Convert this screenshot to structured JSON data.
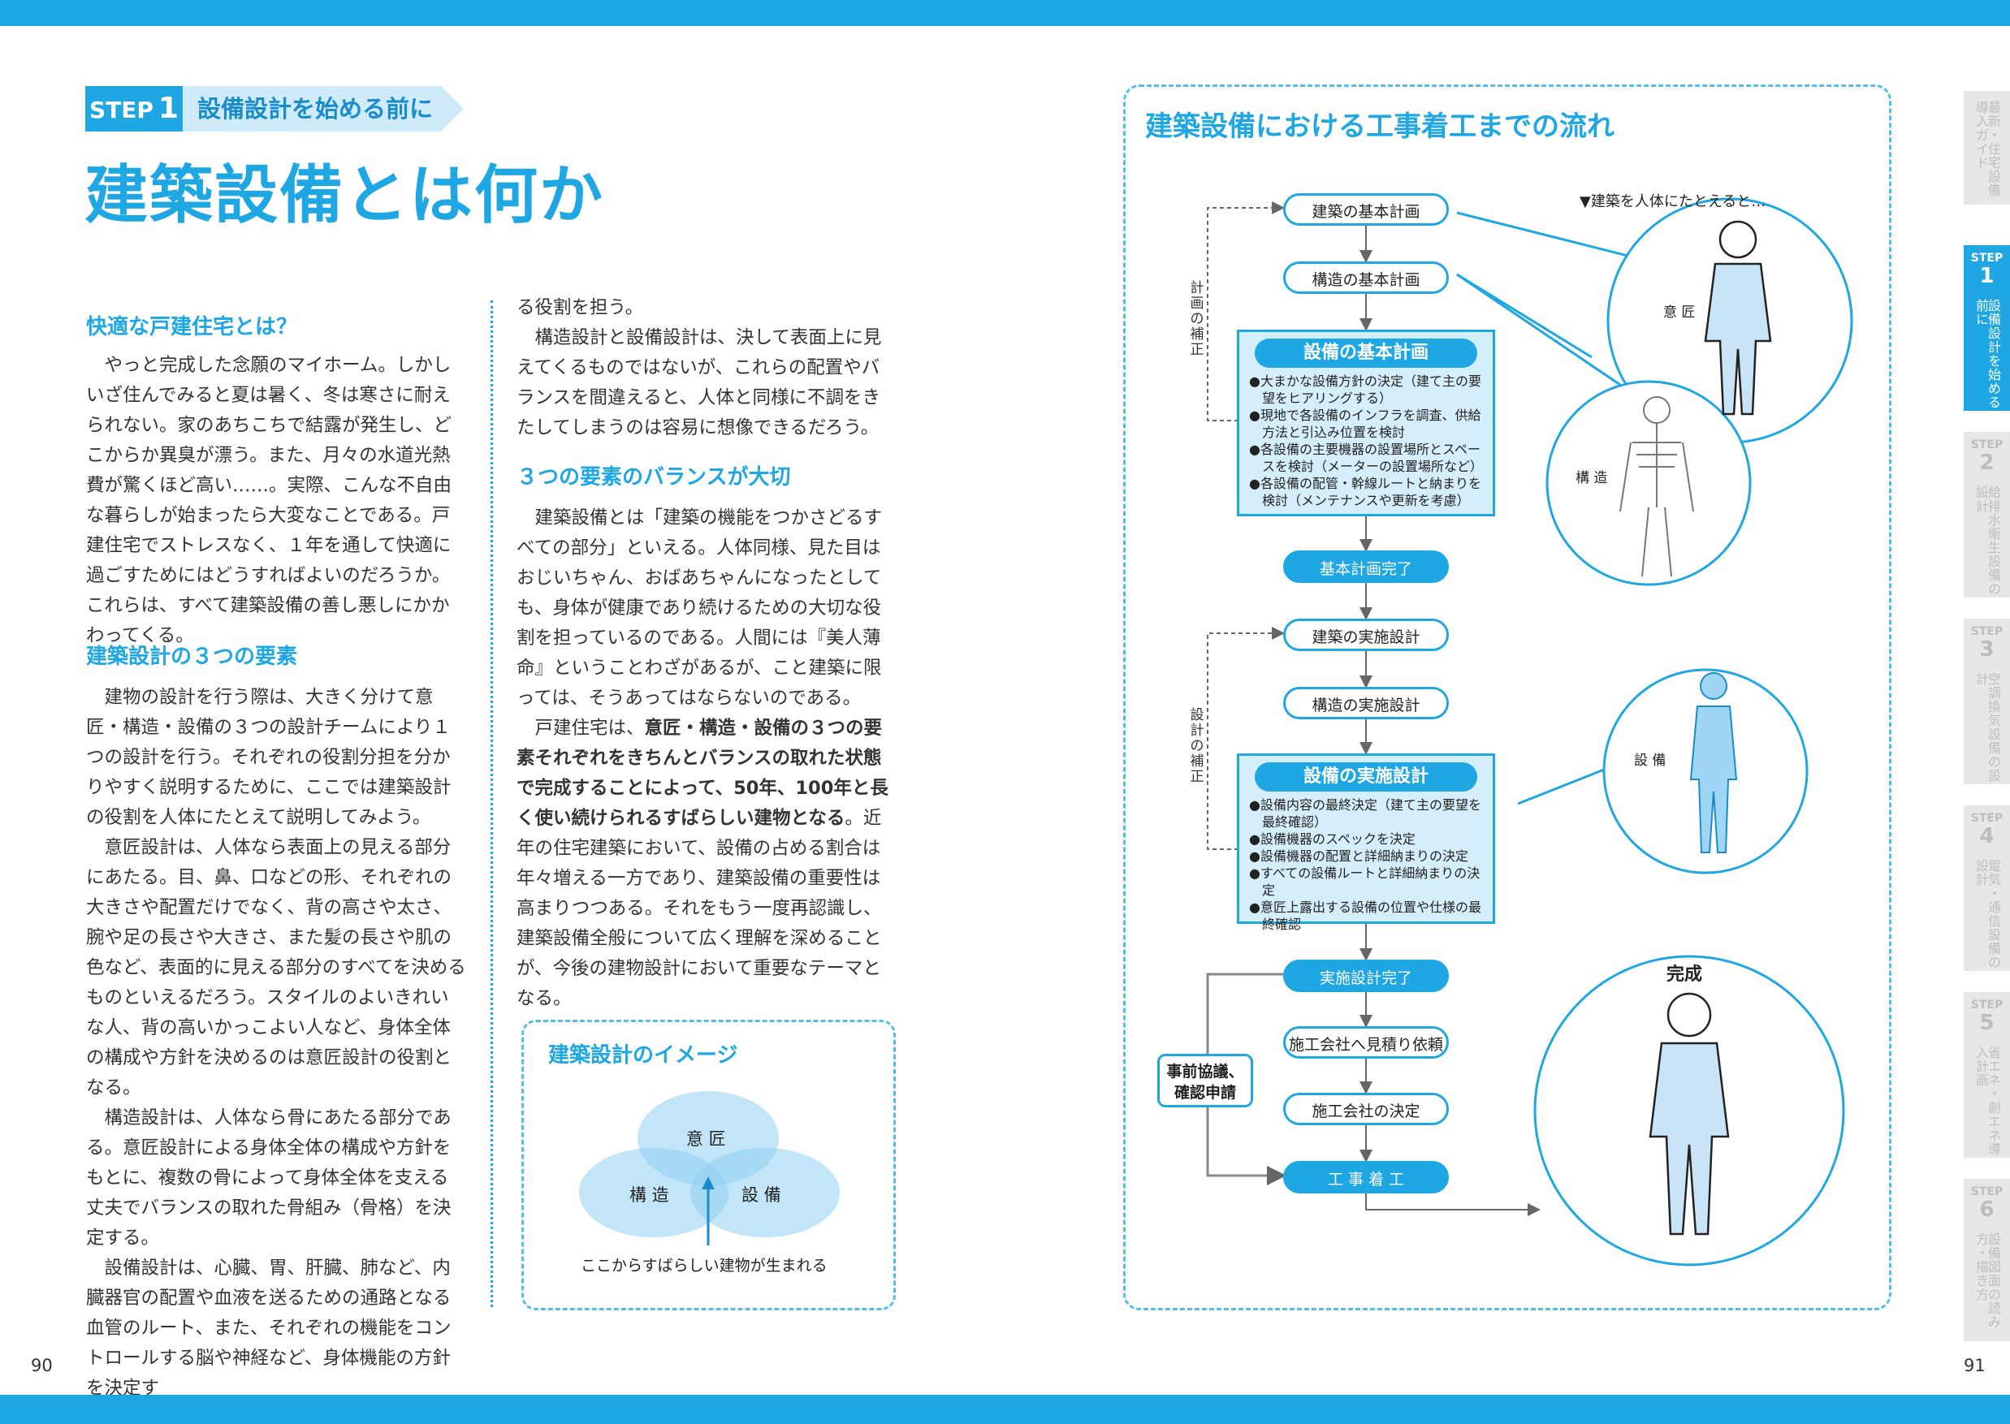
{
  "step": {
    "label": "STEP",
    "number": "1",
    "title": "設備設計を始める前に"
  },
  "main_title": "建築設備とは何か",
  "left": {
    "h1": "快適な戸建住宅とは？",
    "p1": "やっと完成した念願のマイホーム。しかしいざ住んでみると夏は暑く、冬は寒さに耐えられない。家のあちこちで結露が発生し、どこからか異臭が漂う。また、月々の水道光熱費が驚くほど高い……。実際、こんな不自由な暮らしが始まったら大変なことである。戸建住宅でストレスなく、１年を通して快適に過ごすためにはどうすればよいのだろうか。これらは、すべて建築設備の善し悪しにかかわってくる。",
    "h2": "建築設計の３つの要素",
    "p2": "建物の設計を行う際は、大きく分けて意匠・構造・設備の３つの設計チームにより１つの設計を行う。それぞれの役割分担を分かりやすく説明するために、ここでは建築設計の役割を人体にたとえて説明してみよう。",
    "p3": "意匠設計は、人体なら表面上の見える部分にあたる。目、鼻、口などの形、それぞれの大きさや配置だけでなく、背の高さや太さ、腕や足の長さや大きさ、また髪の長さや肌の色など、表面的に見える部分のすべてを決めるものといえるだろう。スタイルのよいきれいな人、背の高いかっこよい人など、身体全体の構成や方針を決めるのは意匠設計の役割となる。",
    "p4": "構造設計は、人体なら骨にあたる部分である。意匠設計による身体全体の構成や方針をもとに、複数の骨によって身体全体を支える丈夫でバランスの取れた骨組み（骨格）を決定する。",
    "p5": "設備設計は、心臓、胃、肝臓、肺など、内臓器官の配置や血液を送るための通路となる血管のルート、また、それぞれの機能をコントロールする脳や神経など、身体機能の方針を決定す"
  },
  "right": {
    "p0": "る役割を担う。",
    "p1": "構造設計と設備設計は、決して表面上に見えてくるものではないが、これらの配置やバランスを間違えると、人体と同様に不調をきたしてしまうのは容易に想像できるだろう。",
    "h1": "３つの要素のバランスが大切",
    "p2": "建築設備とは「建築の機能をつかさどるすべての部分」といえる。人体同様、見た目はおじいちゃん、おばあちゃんになったとしても、身体が健康であり続けるための大切な役割を担っているのである。人間には『美人薄命』ということわざがあるが、こと建築に限っては、そうあってはならないのである。",
    "p3_pre": "戸建住宅は、",
    "p3_bold": "意匠・構造・設備の３つの要素それぞれをきちんとバランスの取れた状態で完成することによって、50年、100年と長く使い続けられるすばらしい建物となる",
    "p3_post": "。近年の住宅建築において、設備の占める割合は年々増える一方であり、建築設備の重要性は高まりつつある。それをもう一度再認識し、建築設備全般について広く理解を深めることが、今後の建物設計において重要なテーマとなる。"
  },
  "image_box": {
    "title": "建築設計のイメージ",
    "circle_top": "意 匠",
    "circle_left": "構 造",
    "circle_right": "設 備",
    "caption": "ここからすばらしい建物が生まれる"
  },
  "flow": {
    "title": "建築設備における工事着工までの流れ",
    "n1": "建築の基本計画",
    "n2": "構造の基本計画",
    "basic": {
      "heading": "設備の基本計画",
      "items": [
        "●大まかな設備方針の決定（建て主の要望をヒアリングする）",
        "●現地で各設備のインフラを調査、供給方法と引込み位置を検討",
        "●各設備の主要機器の設置場所とスペースを検討（メーターの設置場所など）",
        "●各設備の配管・幹線ルートと納まりを検討（メンテナンスや更新を考慮）"
      ]
    },
    "n3": "基本計画完了",
    "n4": "建築の実施設計",
    "n5": "構造の実施設計",
    "exec": {
      "heading": "設備の実施設計",
      "items": [
        "●設備内容の最終決定（建て主の要望を最終確認）",
        "●設備機器のスペックを決定",
        "●設備機器の配置と詳細納まりの決定",
        "●すべての設備ルートと詳細納まりの決定",
        "●意匠上露出する設備の位置や仕様の最終確認"
      ]
    },
    "n6": "実施設計完了",
    "n7": "施工会社へ見積り依頼",
    "n8": "施工会社の決定",
    "n9": "工 事 着 工",
    "pre_box": "事前協議、確認申請",
    "side1": "計画の補正",
    "side2": "設計の補正",
    "body_caption": "▼建築を人体にたとえると…",
    "label_design": "意 匠",
    "label_structure": "構 造",
    "label_equipment": "設 備",
    "label_done": "完成"
  },
  "page_left": "90",
  "page_right": "91",
  "tabs": [
    {
      "step": "",
      "num": "",
      "text": "最新・住宅設備導入ガイド"
    },
    {
      "step": "STEP",
      "num": "1",
      "text": "設備設計を始める前に"
    },
    {
      "step": "STEP",
      "num": "2",
      "text": "給排水衛生設備の設計"
    },
    {
      "step": "STEP",
      "num": "3",
      "text": "空調換気設備の設計"
    },
    {
      "step": "STEP",
      "num": "4",
      "text": "電気・通信設備の設計"
    },
    {
      "step": "STEP",
      "num": "5",
      "text": "省エネ・創エネ導入計画"
    },
    {
      "step": "STEP",
      "num": "6",
      "text": "設備図面の読み方・描き方"
    }
  ],
  "colors": {
    "accent": "#1ea7e3",
    "light": "#d5eefb",
    "tab_inactive": "#e7e7e7"
  }
}
